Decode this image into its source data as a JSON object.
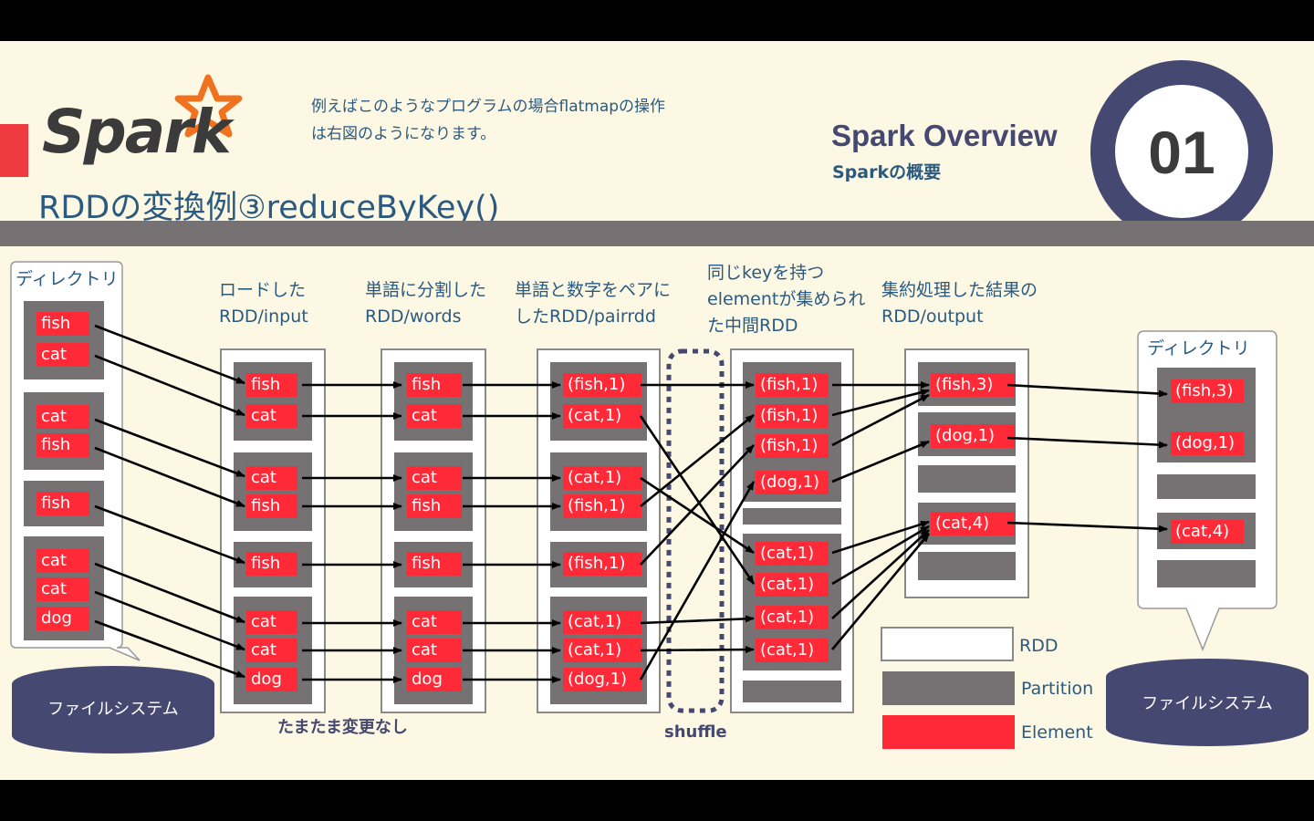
{
  "header": {
    "spark_logo_text": "Spark",
    "description_line1": "例えばこのようなプログラムの場合flatmapの操作",
    "description_line2": "は右図のようになります。",
    "title": "RDDの変換例③reduceByKey()",
    "section_title": "Spark Overview",
    "section_subtitle": "Sparkの概要",
    "section_number": "01"
  },
  "colors": {
    "partition": "#767273",
    "element": "#ff2a38",
    "text_blue": "#2a5a80",
    "navy": "#454870",
    "background": "#fdf8e4"
  },
  "source": {
    "dir_label": "ディレクトリ",
    "filesystem_label": "ファイルシステム",
    "partitions": [
      [
        "fish",
        "cat"
      ],
      [
        "cat",
        "fish"
      ],
      [
        "fish"
      ],
      [
        "cat",
        "cat",
        "dog"
      ]
    ]
  },
  "stages": [
    {
      "label_line1": "ロードした",
      "label_line2": "RDD/input",
      "partitions": [
        [
          "fish",
          "cat"
        ],
        [
          "cat",
          "fish"
        ],
        [
          "fish"
        ],
        [
          "cat",
          "cat",
          "dog"
        ]
      ]
    },
    {
      "label_line1": "単語に分割した",
      "label_line2": "RDD/words",
      "partitions": [
        [
          "fish",
          "cat"
        ],
        [
          "cat",
          "fish"
        ],
        [
          "fish"
        ],
        [
          "cat",
          "cat",
          "dog"
        ]
      ]
    },
    {
      "label_line1": "単語と数字をペアに",
      "label_line2": "したRDD/pairrdd",
      "partitions": [
        [
          "(fish,1)",
          "(cat,1)"
        ],
        [
          "(cat,1)",
          "(fish,1)"
        ],
        [
          "(fish,1)"
        ],
        [
          "(cat,1)",
          "(cat,1)",
          "(dog,1)"
        ]
      ]
    },
    {
      "label_line1": "同じkeyを持つ",
      "label_line2": "elementが集められ",
      "label_line3": "た中間RDD",
      "partitions": [
        [
          "(fish,1)",
          "(fish,1)",
          "(fish,1)",
          "(dog,1)"
        ],
        [],
        [
          "(cat,1)",
          "(cat,1)",
          "(cat,1)",
          "(cat,1)"
        ],
        []
      ]
    },
    {
      "label_line1": "集約処理した結果の",
      "label_line2": "RDD/output",
      "partitions": [
        [
          "(fish,3)"
        ],
        [
          "(dog,1)"
        ],
        [],
        [
          "(cat,4)"
        ],
        []
      ]
    }
  ],
  "output": {
    "dir_label": "ディレクトリ",
    "filesystem_label": "ファイルシステム",
    "partitions": [
      [
        "(fish,3)",
        "(dog,1)"
      ],
      [],
      [
        "(cat,4)"
      ],
      []
    ]
  },
  "notes": {
    "no_change": "たまたま変更なし",
    "shuffle": "shuffle"
  },
  "legend": {
    "rdd": "RDD",
    "partition": "Partition",
    "element": "Element"
  }
}
